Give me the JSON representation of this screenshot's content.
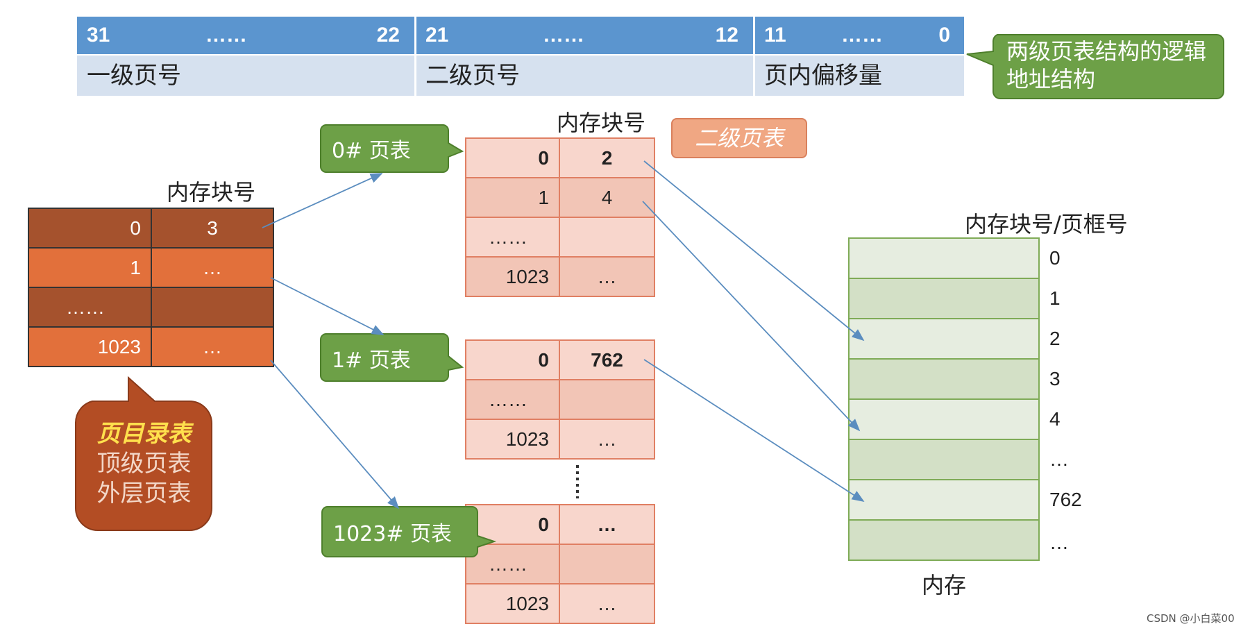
{
  "address_format": {
    "segments": [
      {
        "high": "31",
        "dots": "……",
        "low": "22",
        "name": "一级页号"
      },
      {
        "high": "21",
        "dots": "……",
        "low": "12",
        "name": "二级页号"
      },
      {
        "high": "11",
        "dots": "……",
        "low": "0",
        "name": "页内偏移量"
      }
    ],
    "callout": "两级页表结构的逻辑地址结构"
  },
  "page_directory": {
    "header": "内存块号",
    "rows": [
      {
        "index": "0",
        "value": "3"
      },
      {
        "index": "1",
        "value": "…"
      },
      {
        "index": "……",
        "value": ""
      },
      {
        "index": "1023",
        "value": "…"
      }
    ],
    "callout": {
      "title": "页目录表",
      "line2": "顶级页表",
      "line3": "外层页表"
    }
  },
  "second_level": {
    "header": "内存块号",
    "badge": "二级页表",
    "table0": {
      "label": "0# 页表",
      "rows": [
        {
          "index": "0",
          "value": "2"
        },
        {
          "index": "1",
          "value": "4"
        },
        {
          "index": "……",
          "value": ""
        },
        {
          "index": "1023",
          "value": "…"
        }
      ]
    },
    "table1": {
      "label": "1# 页表",
      "rows": [
        {
          "index": "0",
          "value": "762"
        },
        {
          "index": "……",
          "value": ""
        },
        {
          "index": "1023",
          "value": "…"
        }
      ]
    },
    "table1023": {
      "label": "1023# 页表",
      "rows": [
        {
          "index": "0",
          "value": "…"
        },
        {
          "index": "……",
          "value": ""
        },
        {
          "index": "1023",
          "value": "…"
        }
      ]
    }
  },
  "memory": {
    "header": "内存块号/页框号",
    "caption": "内存",
    "frames": [
      "0",
      "1",
      "2",
      "3",
      "4",
      "…",
      "762",
      "…"
    ]
  },
  "watermark": "CSDN @小白菜00",
  "colors": {
    "address_bar": "#5b95cf",
    "address_names": "#d6e1ef",
    "callout_green": "#6da047",
    "directory_dark": "#a5522d",
    "directory_light": "#e2703b",
    "page_table_fill": "#f8d6cc",
    "page_table_border": "#e07f63",
    "badge": "#f0a783",
    "memory_fill": "#dbe6d0",
    "memory_border": "#7fab57",
    "arrow": "#5b8dbf"
  }
}
